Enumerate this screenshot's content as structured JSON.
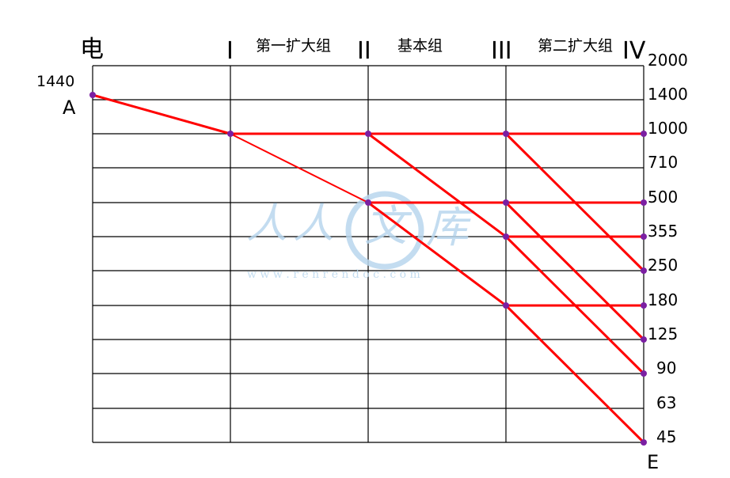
{
  "diagram": {
    "left_label": "电",
    "source_speed": "1440",
    "source_point": "A",
    "end_point": "E",
    "shafts": [
      {
        "numeral": "I"
      },
      {
        "numeral": "II"
      },
      {
        "numeral": "III"
      },
      {
        "numeral": "IV"
      }
    ],
    "groups": [
      "第一扩大组",
      "基本组",
      "第二扩大组"
    ],
    "speeds": [
      "2000",
      "1400",
      "1000",
      "710",
      "500",
      "355",
      "250",
      "180",
      "125",
      "90",
      "63",
      "45"
    ],
    "colors": {
      "grid": "#000000",
      "transmission": "#ff0000",
      "node": "#7b1fa2"
    }
  },
  "watermark": {
    "chars": [
      "人",
      "人",
      "文",
      "库"
    ],
    "url": "w w w . r e n r e n d o c . c o m",
    "color": "#b9d7ee"
  }
}
